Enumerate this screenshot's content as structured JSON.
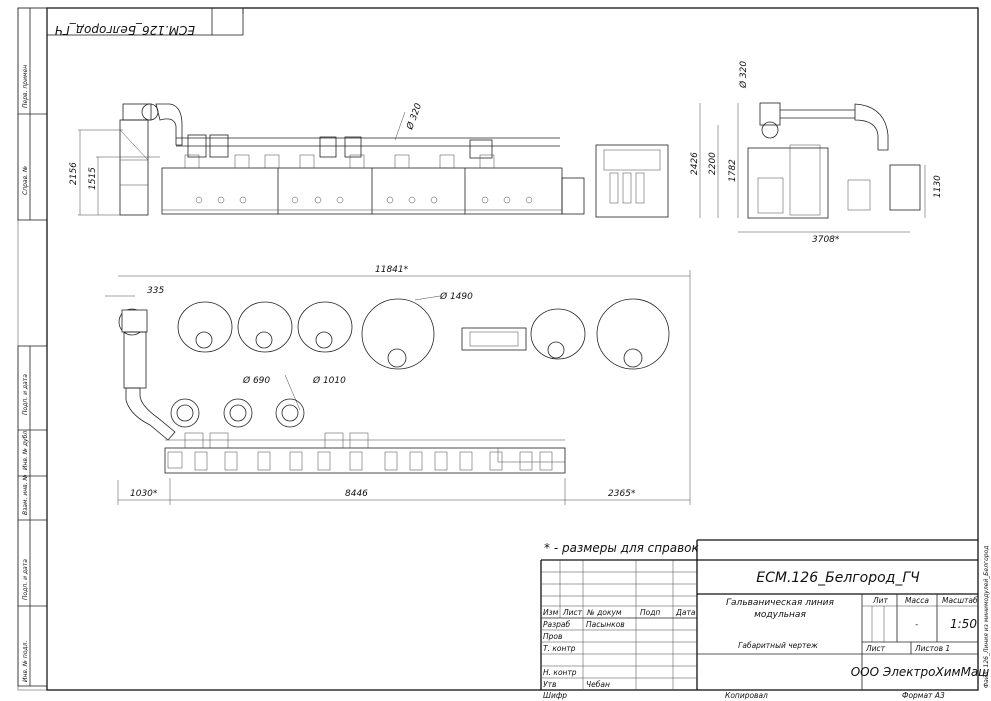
{
  "stamp_rotated": "ЕСМ.126_Белгород_ГЧ",
  "side_strip": [
    "Перв. примен",
    "Справ. №",
    "Подп. и дата",
    "Инв. № дубл.",
    "Взам. инв. №",
    "Подп. и дата",
    "Инв. № подл."
  ],
  "right_file_label": "Файл: 126_Линия из минимодулей_Белгород",
  "dimensions": {
    "front_total_height": "2156",
    "front_tank_height": "1515",
    "front_duct_dia": "Ø 320",
    "side_duct_dia": "Ø 320",
    "side_total_height": "2426",
    "side_height_2": "2200",
    "side_height_3": "1782",
    "side_height_4": "1130",
    "side_width": "3708*",
    "plan_total_length": "11841*",
    "plan_offset": "335",
    "plan_big_tank_dia": "Ø 1490",
    "plan_small_fan_dia": "Ø 690",
    "plan_tank_dia": "Ø 1010",
    "plan_left": "1030*",
    "plan_mid": "8446",
    "plan_right": "2365*"
  },
  "note": "* - размеры для справок",
  "title_block": {
    "designation": "ЕСМ.126_Белгород_ГЧ",
    "name_line1": "Гальваническая линия",
    "name_line2": "модульная",
    "doc_type": "Габаритный чертеж",
    "col_headers": [
      "Изм",
      "Лист",
      "№ докум",
      "Подп",
      "Дата"
    ],
    "roles": [
      {
        "role": "Разраб",
        "name": "Пасынков"
      },
      {
        "role": "Пров",
        "name": ""
      },
      {
        "role": "Т. контр",
        "name": ""
      },
      {
        "role": "",
        "name": ""
      },
      {
        "role": "Н. контр",
        "name": ""
      },
      {
        "role": "Утв",
        "name": "Чебан"
      }
    ],
    "lit_label": "Лит",
    "mass_label": "Масса",
    "scale_label": "Масштаб",
    "mass_value": "-",
    "scale_value": "1:50",
    "sheet_label": "Лист",
    "sheets_label": "Листов 1",
    "company": "ООО ЭлектроХимМаш"
  },
  "footer": {
    "cipher": "Шифр",
    "copied": "Копировал",
    "format": "Формат А3"
  }
}
